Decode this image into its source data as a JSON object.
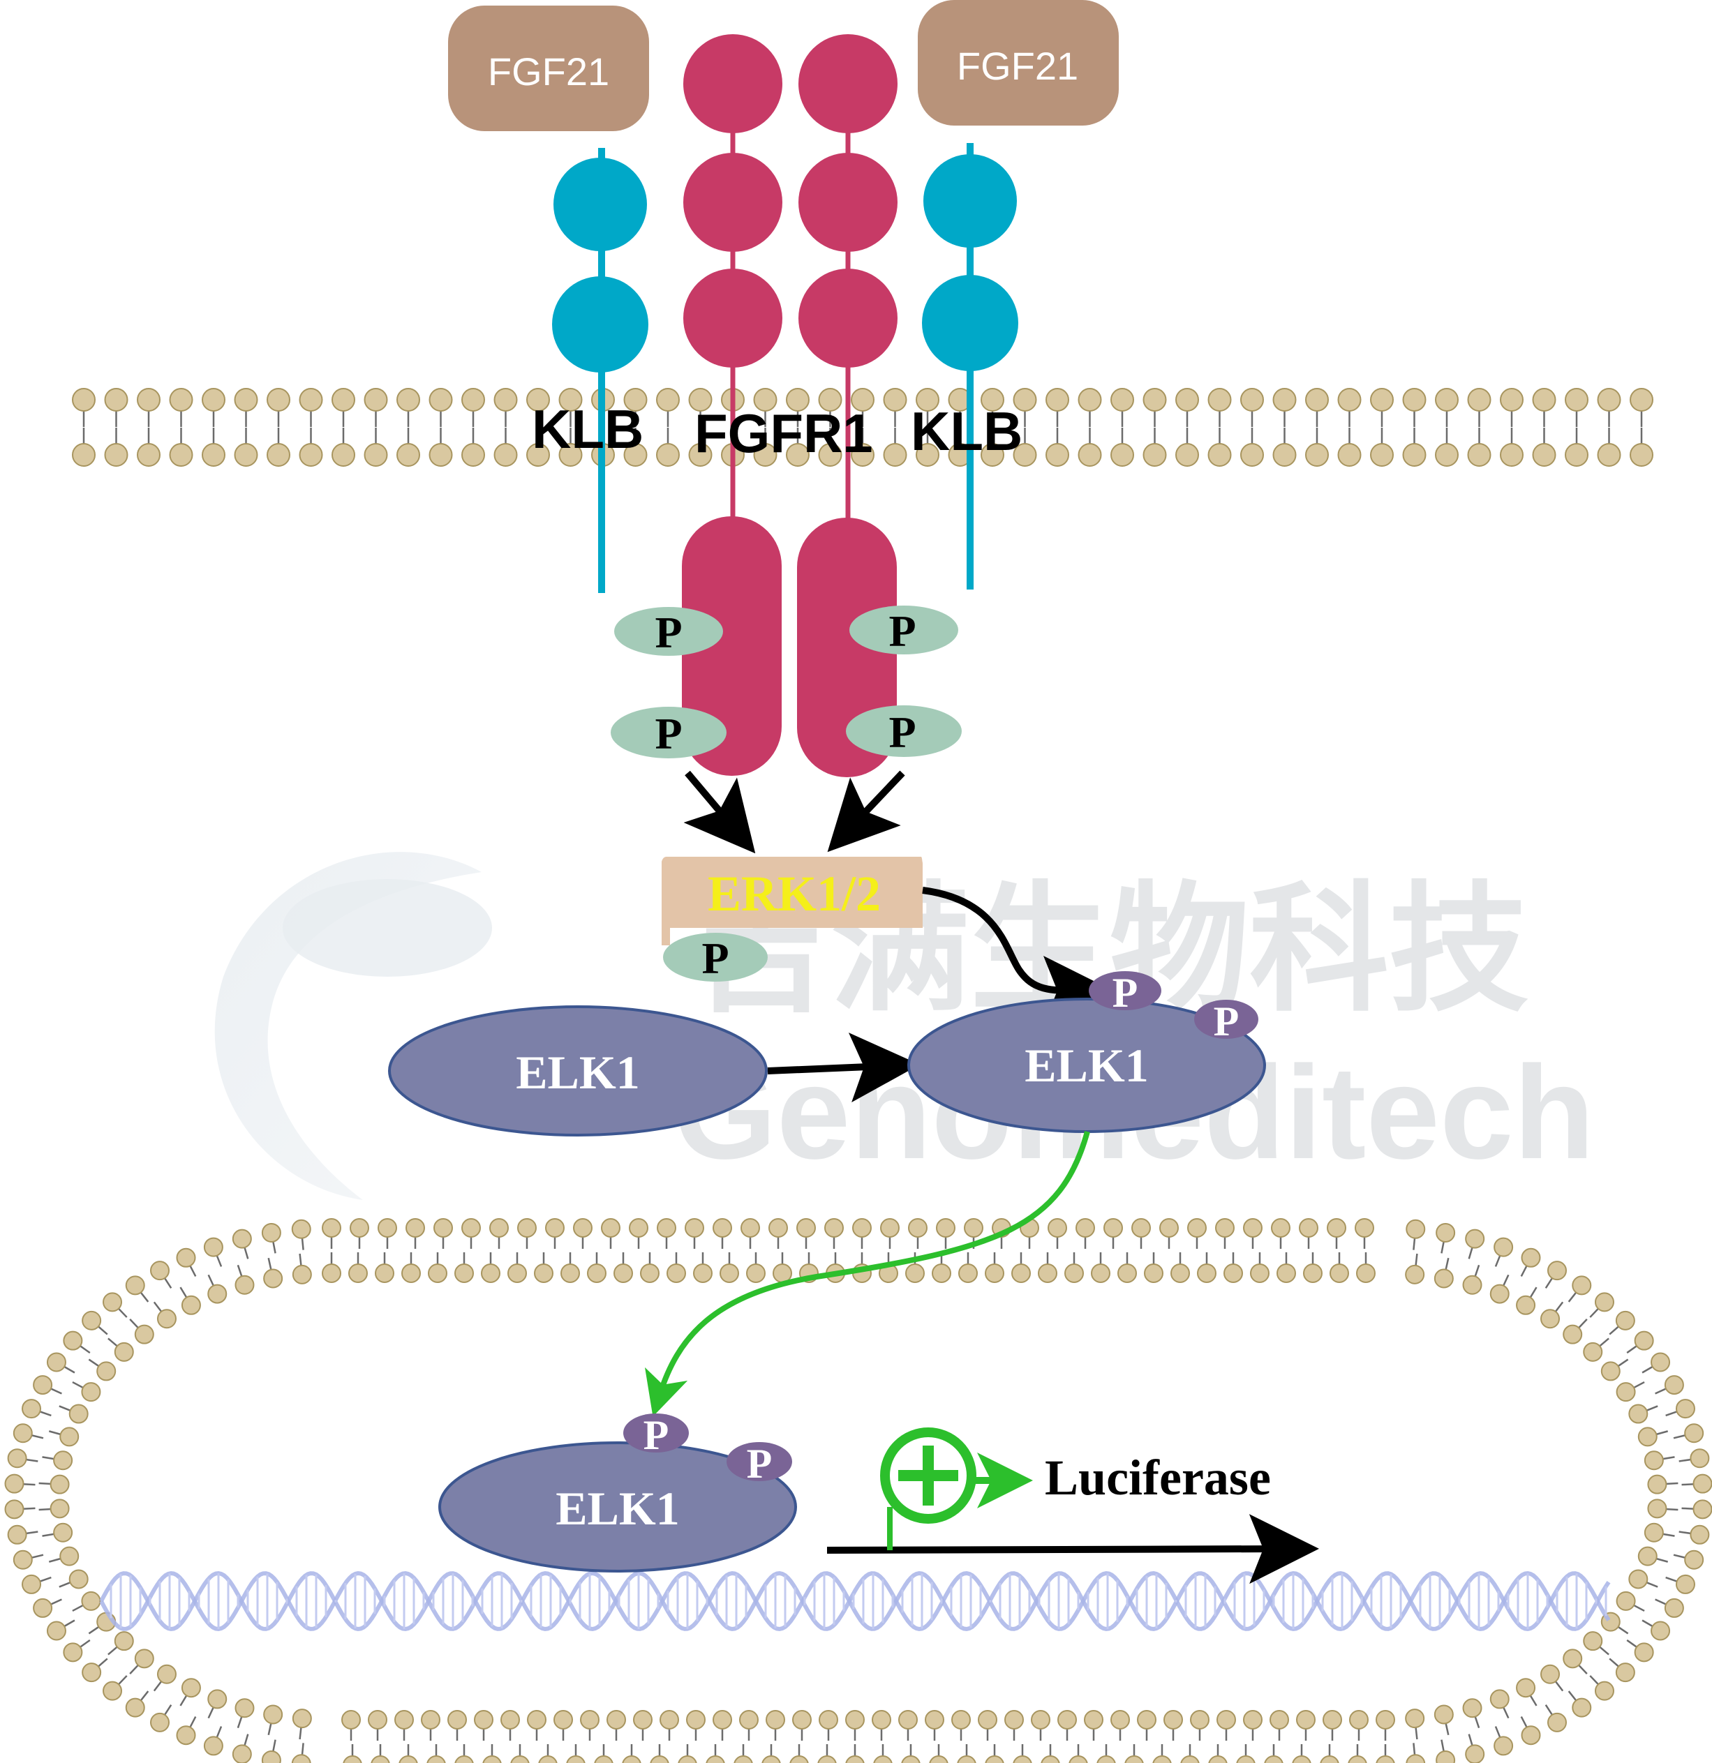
{
  "ligand": {
    "left_label": "FGF21",
    "right_label": "FGF21"
  },
  "receptors": {
    "klb_left_label": "KLB",
    "fgfr1_label": "FGFR1",
    "klb_right_label": "KLB"
  },
  "phospho": {
    "label": "P"
  },
  "erk": {
    "label": "ERK1/2"
  },
  "elk": {
    "cytoplasm_label": "ELK1",
    "activated_label": "ELK1",
    "nuclear_label": "ELK1"
  },
  "reporter": {
    "label": "Luciferase"
  },
  "watermark": {
    "chinese": "吉满生物科技",
    "english": "Genomeditech"
  },
  "colors": {
    "fgf21": "#b8937a",
    "fgfr1": "#c73a66",
    "klb": "#00a8c8",
    "membrane_head": "#d9c8a0",
    "phospho_green": "#a4cbb8",
    "phospho_purple": "#7a6496",
    "erk_box": "#e3c4a8",
    "erk_text": "#f5ef1a",
    "elk1": "#7c80a8",
    "activation_arrow": "#2cbf2c",
    "dna": "#a8b4e8"
  }
}
